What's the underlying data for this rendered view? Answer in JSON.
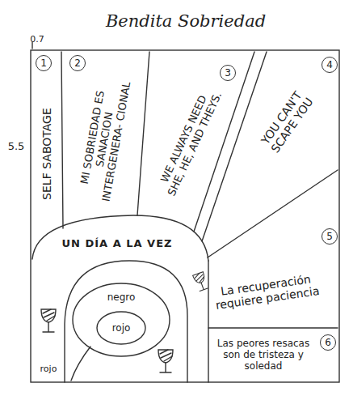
{
  "diagram": {
    "title": "Bendita Sobriedad",
    "nodes": [
      {
        "text": [
          "1",
          "SELF SABOTAGE"
        ]
      },
      {
        "text": [
          "2",
          "MI SOBRIEDAD ES SANACION INTERGENERA- CIONAL"
        ]
      },
      {
        "text": [
          "3",
          "WE ALWAYS NEED SHE, HE, AND THEYS."
        ]
      },
      {
        "text": [
          "4",
          "YOU CAN'T SCAPE YOU"
        ]
      },
      {
        "text": [
          "5",
          "La recuperación requiere paciencia"
        ]
      },
      {
        "text": [
          "6",
          "Las peores resacas son de tristeza y soledad"
        ]
      }
    ],
    "labels": [
      "0.7",
      "5.5",
      "UN DÍA A LA VEZ",
      "negro",
      "rojo",
      "rojo"
    ]
  }
}
